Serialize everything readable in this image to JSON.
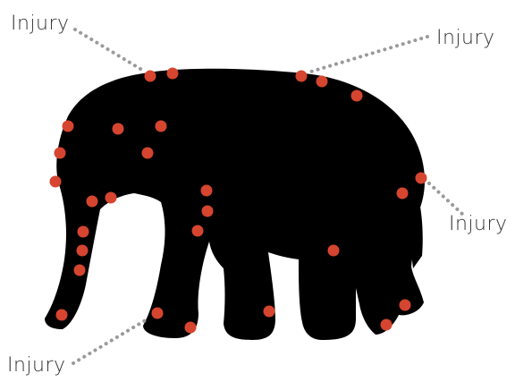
{
  "diagram": {
    "subject": "elephant-silhouette",
    "colors": {
      "silhouette": "#000000",
      "injury_marker": "#d6452f",
      "leader_line": "#9a9a9a",
      "label_text": "#333333",
      "background": "#ffffff"
    },
    "callouts": [
      {
        "id": "top-left",
        "label": "Injury"
      },
      {
        "id": "top-right",
        "label": "Injury"
      },
      {
        "id": "right",
        "label": "Injury"
      },
      {
        "id": "bottom-left",
        "label": "Injury"
      }
    ]
  }
}
